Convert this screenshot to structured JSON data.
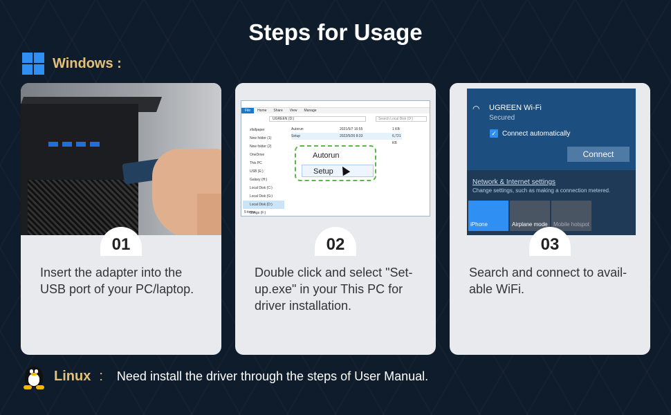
{
  "title": "Steps for Usage",
  "windows": {
    "label": "Windows :"
  },
  "steps": [
    {
      "number": "01",
      "description": "Insert the adapter into the USB port of your PC/laptop."
    },
    {
      "number": "02",
      "description": "Double click and select \"Set-up.exe\" in your This PC for driver installation."
    },
    {
      "number": "03",
      "description": "Search and connect to avail- able WiFi."
    }
  ],
  "explorer": {
    "tabs": [
      "File",
      "Home",
      "Share",
      "View",
      "Manage"
    ],
    "address": "UGREEN (D:)",
    "search_placeholder": "Search Local Disk (D:)",
    "sidebar": [
      "xfallpaper",
      "New folder (1)",
      "New folder (2)",
      "OneDrive",
      "This PC",
      "USB (E:)",
      "Galaxy (H:)",
      "Local Disk (C:)",
      "Local Disk (G:)",
      "Local Disk (D:)",
      "Songs (F:)"
    ],
    "files": [
      {
        "name": "Autorun",
        "date": "2021/5/7 16:55",
        "size": "1 KB"
      },
      {
        "name": "Setup",
        "date": "2022/5/26 8:33",
        "size": "6,721 KB"
      }
    ],
    "popup": [
      "Autorun",
      "Setup"
    ],
    "items_count": "5 items"
  },
  "wifi": {
    "name": "UGREEN Wi-Fi",
    "status": "Secured",
    "auto_label": "Connect automatically",
    "connect_label": "Connect",
    "settings_link": "Network & Internet settings",
    "settings_sub": "Change settings, such as making a connection metered.",
    "tiles": [
      "iPhone",
      "Airplane mode",
      "Mobile hotspot"
    ]
  },
  "linux": {
    "label": "Linux",
    "separator": ":",
    "description": "Need install the driver through the steps of User Manual."
  },
  "colors": {
    "accent_gold": "#e4c17a",
    "windows_blue": "#2f8ff3",
    "popup_green": "#5ab54a"
  }
}
